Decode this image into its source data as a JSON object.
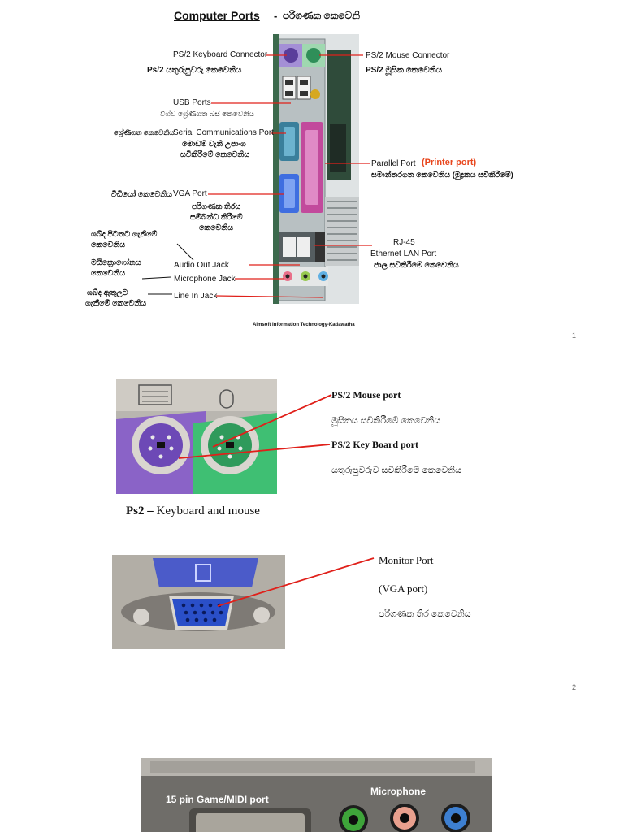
{
  "slide1": {
    "title": "Computer Ports",
    "title_dash": "-",
    "title_si": "පරිගණක කෙවෙනි",
    "ps2_keyboard": "PS/2 Keyboard Connector",
    "ps2_keyboard_si": "Ps/2  යතුරුපුවරු කෙවෙනිය",
    "ps2_mouse": "PS/2 Mouse Connector",
    "ps2_mouse_si": "PS/2 මූසික කෙවෙනිය",
    "usb": "USB Ports",
    "usb_si": "විශ්ව ශ්‍රේණිගත බස් කෙවෙනිය",
    "serial_si_left": "ශ්‍රේණිගත කෙවෙනිය",
    "serial": "Serial Communications Port",
    "serial_si_1": "මොඩම් වැනි උපාංග",
    "serial_si_2": "සවිකිරීමේ  කෙවෙනිය",
    "parallel": "Parallel Port",
    "parallel_note": "(Printer port)",
    "parallel_si": "සමාන්තරගත කෙවෙනිය (මුද්‍රකය සවිකිරීමේ)",
    "vga_si_left": "විඩියෝ කෙවෙනිය",
    "vga": "VGA Port",
    "vga_si_1": "පරිගණක තිරය",
    "vga_si_2": "සම්බන්ධ කිරීමේ",
    "vga_si_3": "කෙවෙනිය",
    "rj45": "RJ-45",
    "lan": "Ethernet LAN Port",
    "lan_si": "ජාල සවිකිරීමේ කෙවෙනිය",
    "audio_si_1": "ශබ්ද පිටතට ගැනීමේ",
    "audio_si_2": "කෙවෙනිය",
    "mic_si_1": "මයික්‍රොෆෝනය",
    "mic_si_2": "කෙවෙනිය",
    "audio_out": "Audio Out Jack",
    "mic": "Microphone Jack",
    "line_si_1": "ශබ්ද ඇතුලට",
    "line_si_2": "ගැනීමේ කෙවෙනිය",
    "line_in": "Line In Jack",
    "footer": "Aimsoft Information Technology-Kadawatha",
    "page": "1"
  },
  "slide2": {
    "ps2_mouse": "PS/2  Mouse port",
    "ps2_mouse_si": "මූසිකය සවිකිරීමේ කෙවෙනිය",
    "ps2_kb": "PS/2 Key Board port",
    "ps2_kb_si": "යතුරුපුවරුව සවිකිරීමේ කෙවෙනිය",
    "caption_bold": "Ps2 –",
    "caption_rest": " Keyboard and mouse",
    "monitor": "Monitor Port",
    "vga": "(VGA port)",
    "vga_si": "පරිගණක තිර කෙවෙනිය",
    "page": "2"
  },
  "slide3": {
    "game_port": "15 pin Game/MIDI port",
    "microphone": "Microphone"
  },
  "colors": {
    "ps2_purple": "#8a63c7",
    "ps2_green": "#3fbf73",
    "vga_blue": "#2a4fc8",
    "pointer_red": "#e0201a",
    "printer_note": "#e8461d"
  }
}
